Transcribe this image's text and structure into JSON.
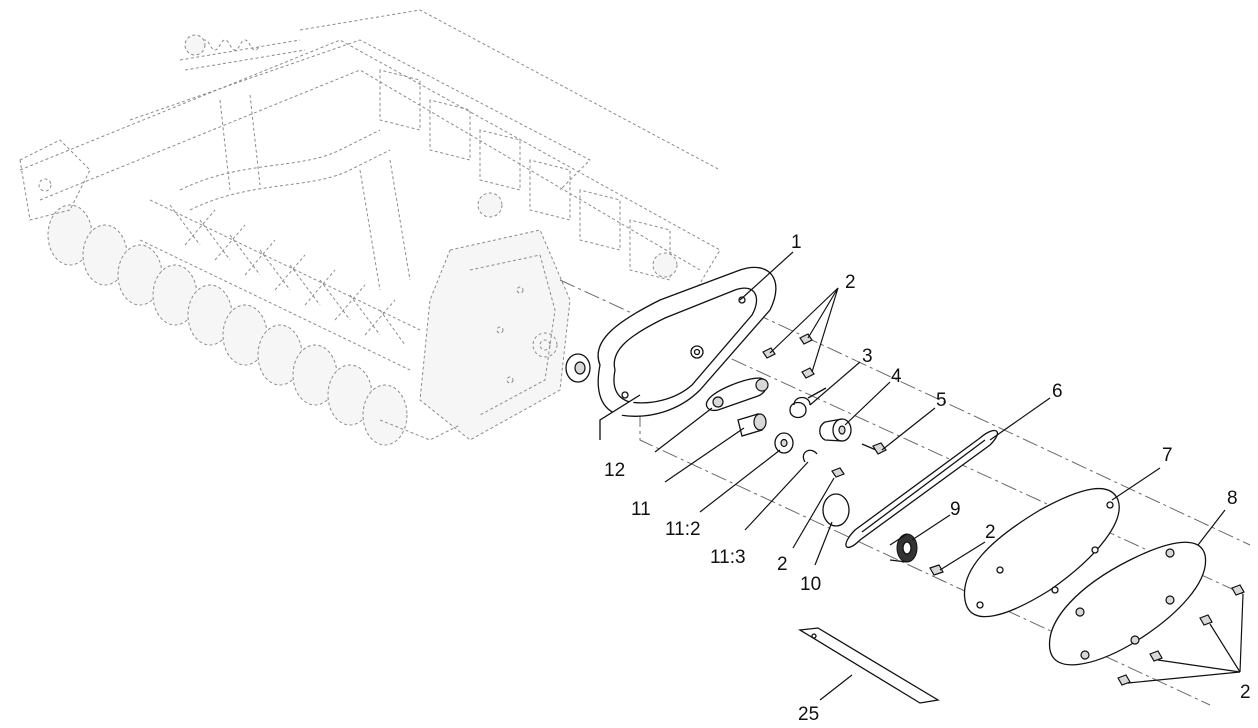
{
  "callouts": [
    {
      "text": "1"
    },
    {
      "text": "2"
    },
    {
      "text": "3"
    },
    {
      "text": "4"
    },
    {
      "text": "5"
    },
    {
      "text": "6"
    },
    {
      "text": "7"
    },
    {
      "text": "8"
    },
    {
      "text": "9"
    },
    {
      "text": "2"
    },
    {
      "text": "12"
    },
    {
      "text": "11"
    },
    {
      "text": "11:2"
    },
    {
      "text": "11:3"
    },
    {
      "text": "2"
    },
    {
      "text": "10"
    },
    {
      "text": "25"
    },
    {
      "text": "2"
    }
  ],
  "colors": {
    "line": "#111111",
    "ghost": "#8c8c8c",
    "background": "#ffffff"
  },
  "icons": []
}
